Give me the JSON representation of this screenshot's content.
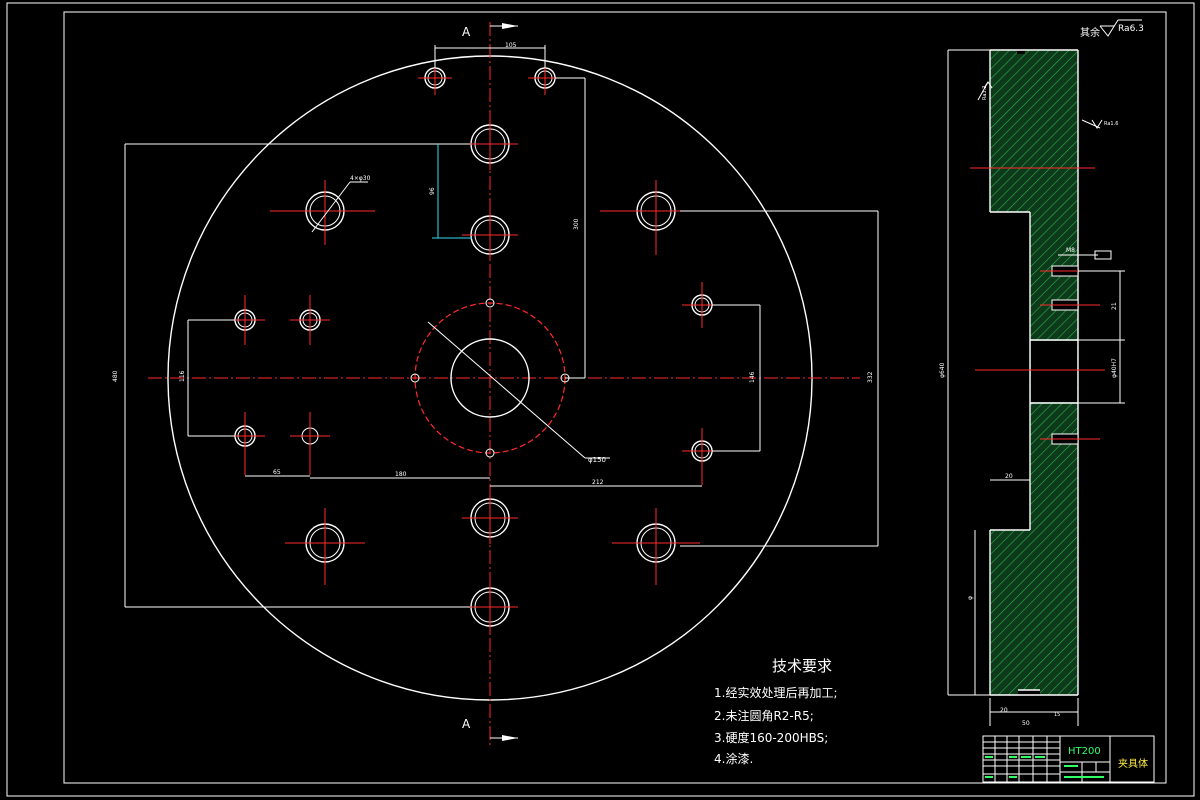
{
  "section_marks": {
    "top": "A",
    "bottom": "A"
  },
  "roughness": {
    "prefix": "其余",
    "value": "Ra6.3"
  },
  "tech_req": {
    "title": "技术要求",
    "items": [
      "1.经实效处理后再加工;",
      "2.未注圆角R2-R5;",
      "3.硬度160-200HBS;",
      "4.涂漆."
    ]
  },
  "title_block": {
    "material": "HT200",
    "part_name": "夹具体"
  },
  "colors": {
    "background": "#000000",
    "outline": "#ffffff",
    "centerline": "#ff2a2a",
    "dimension_cyan": "#33ddee",
    "hatch": "#1f8f3f"
  }
}
